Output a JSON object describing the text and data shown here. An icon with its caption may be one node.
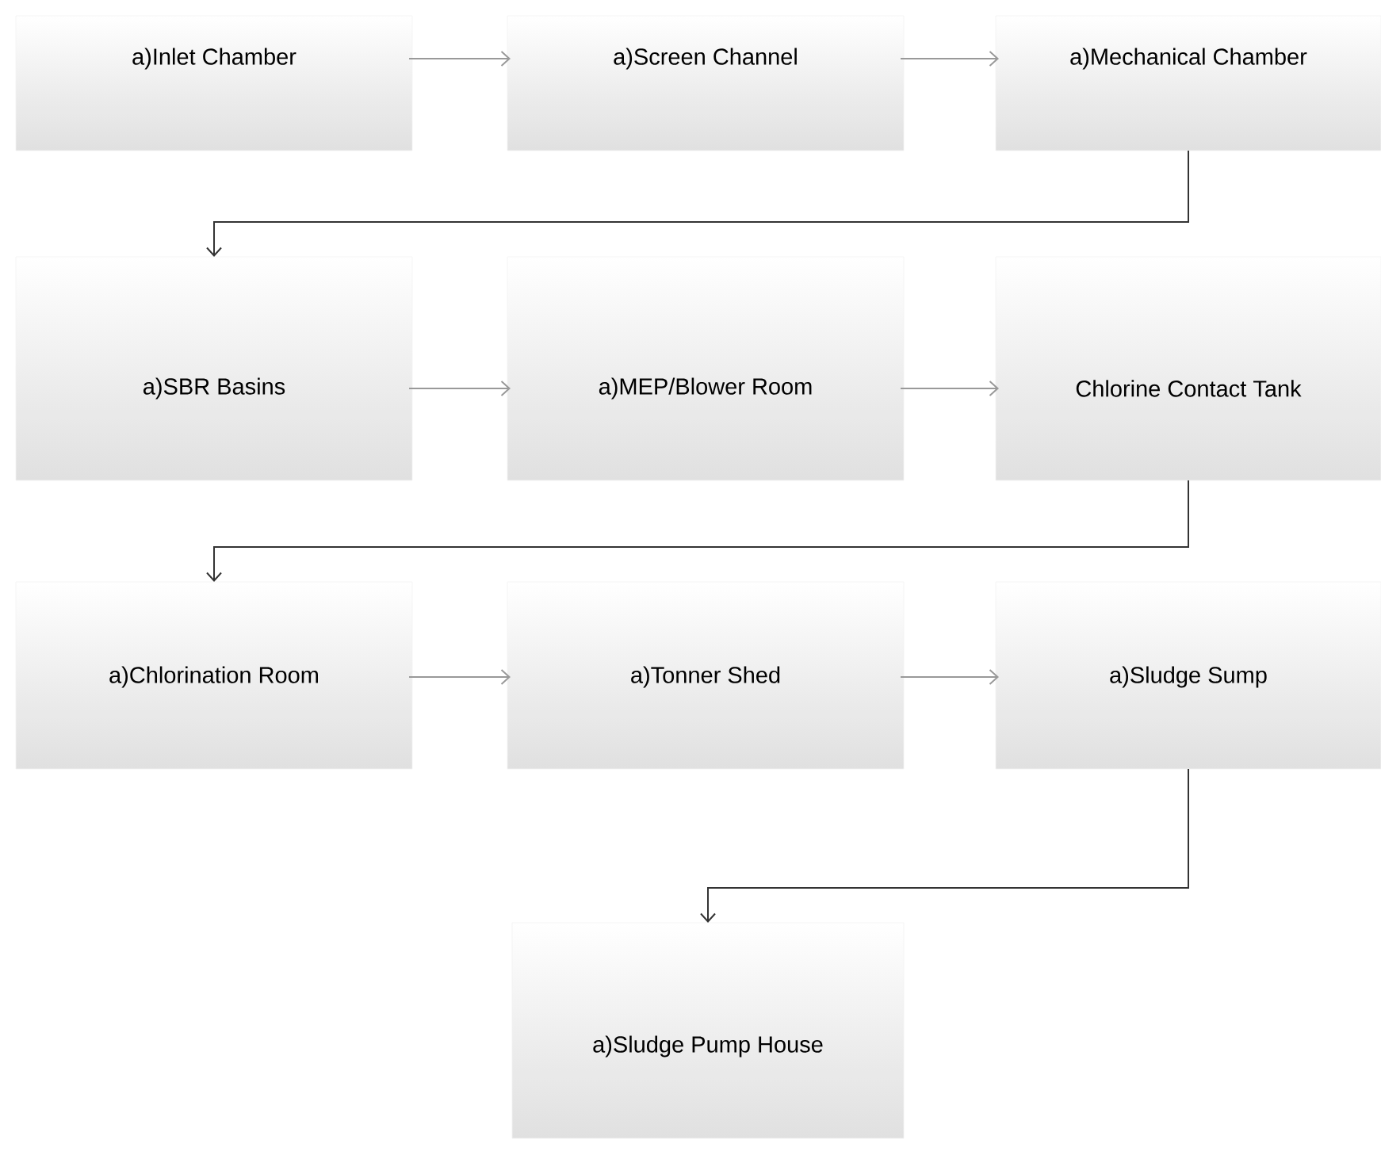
{
  "diagram": {
    "nodes": [
      {
        "text": [
          "a)Inlet Chamber"
        ]
      },
      {
        "text": [
          "a)Screen Channel"
        ]
      },
      {
        "text": [
          "a)Mechanical Chamber"
        ]
      },
      {
        "text": [
          "a)SBR Basins"
        ]
      },
      {
        "text": [
          "a)MEP/Blower Room"
        ]
      },
      {
        "text": [
          "Chlorine Contact Tank"
        ]
      },
      {
        "text": [
          "a)Chlorination Room"
        ]
      },
      {
        "text": [
          "a)Tonner Shed"
        ]
      },
      {
        "text": [
          "a)Sludge Sump"
        ]
      },
      {
        "text": [
          "a)Sludge Pump House"
        ]
      }
    ],
    "edges": [
      {
        "from": 0,
        "to": 1,
        "arrow": "to"
      },
      {
        "from": 1,
        "to": 2,
        "arrow": "to"
      },
      {
        "from": 2,
        "to": 3,
        "arrow": "to",
        "color": "#333333"
      },
      {
        "from": 3,
        "to": 4,
        "arrow": "to"
      },
      {
        "from": 4,
        "to": 5,
        "arrow": "to"
      },
      {
        "from": 5,
        "to": 6,
        "arrow": "to",
        "color": "#333333"
      },
      {
        "from": 6,
        "to": 7,
        "arrow": "to"
      },
      {
        "from": 7,
        "to": 8,
        "arrow": "to"
      },
      {
        "from": 8,
        "to": 9,
        "arrow": "to",
        "color": "#333333"
      }
    ]
  }
}
